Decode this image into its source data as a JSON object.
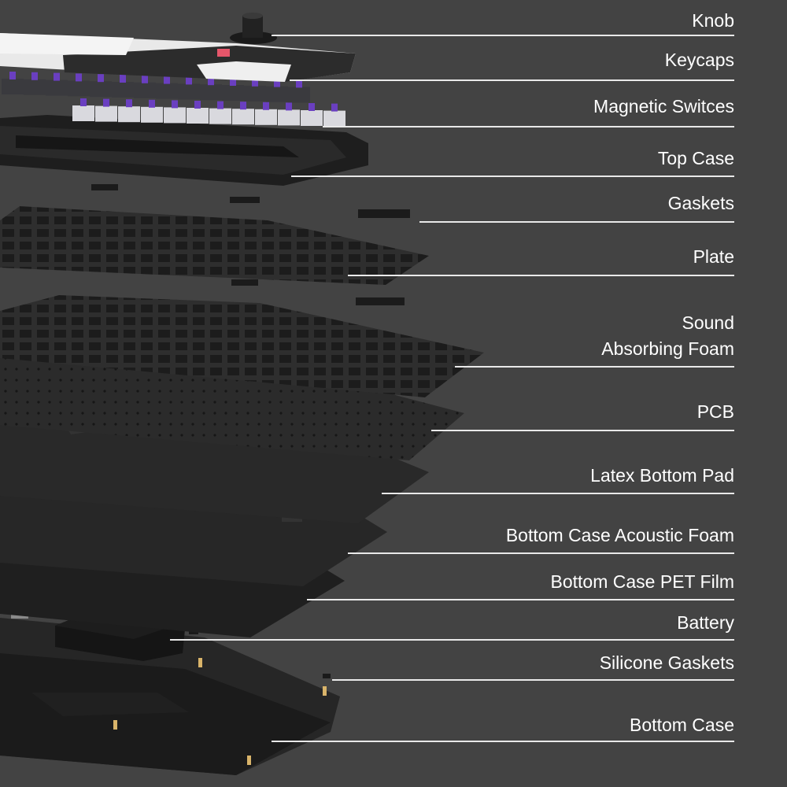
{
  "diagram": {
    "layers": [
      {
        "label": "Knob"
      },
      {
        "label": "Keycaps"
      },
      {
        "label": "Magnetic Switces"
      },
      {
        "label": "Top Case"
      },
      {
        "label": "Gaskets"
      },
      {
        "label": "Plate"
      },
      {
        "label_line1": "Sound",
        "label_line2": "Absorbing Foam"
      },
      {
        "label": "PCB"
      },
      {
        "label": "Latex Bottom Pad"
      },
      {
        "label": "Bottom Case Acoustic Foam"
      },
      {
        "label": "Bottom Case PET Film"
      },
      {
        "label": "Battery"
      },
      {
        "label": "Silicone Gaskets"
      },
      {
        "label": "Bottom Case"
      }
    ],
    "colors": {
      "background": "#434343",
      "label_text": "#ffffff",
      "leader_line": "#e9e9e9",
      "switch_accent": "#6a3fc0",
      "keycap_light": "#f2f2f2",
      "keycap_dark": "#2a2a2a"
    }
  }
}
